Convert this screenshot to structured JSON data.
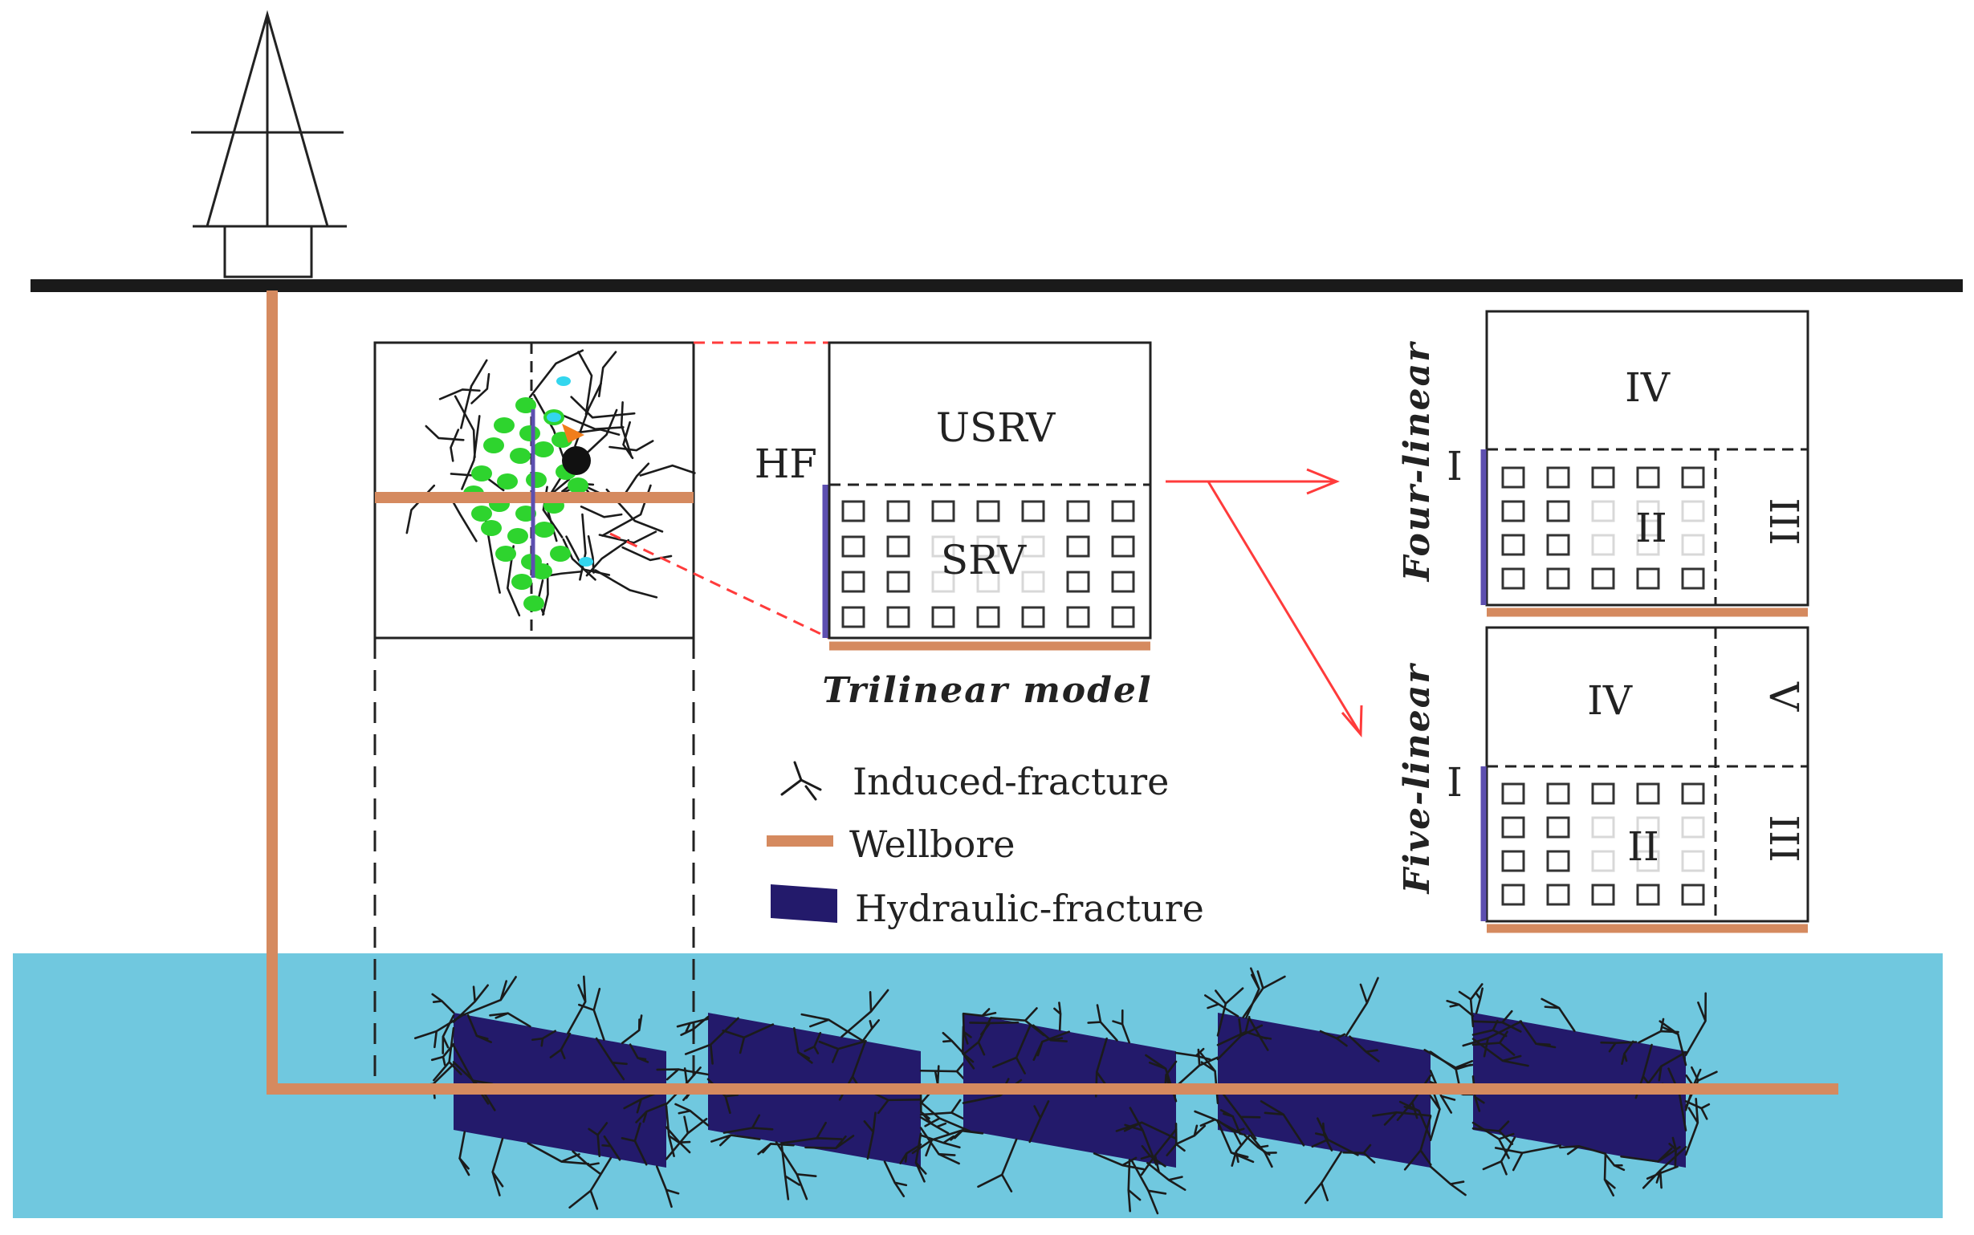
{
  "colors": {
    "formation_water": "#70c8df",
    "hydraulic_fracture": "#231a6b",
    "wellbore": "#d58a5f",
    "arrows": "#ff3b3b",
    "microseismic_green": "#2ed42e",
    "microseismic_cyan": "#33d6ee",
    "microseismic_orange": "#f07e1b"
  },
  "icons": {
    "rig": "drilling-rig-icon",
    "induced_fracture": "branching-crack-icon"
  },
  "trilinear": {
    "hf_label": "HF",
    "usrv_label": "USRV",
    "srv_label": "SRV",
    "caption": "Trilinear model"
  },
  "four_linear": {
    "side_label": "Four-linear",
    "region_i": "I",
    "region_ii": "II",
    "region_iii": "III",
    "region_iv": "IV"
  },
  "five_linear": {
    "side_label": "Five-linear",
    "region_i": "I",
    "region_ii": "II",
    "region_iii": "III",
    "region_iv": "IV",
    "region_v": "V"
  },
  "legend": {
    "induced_fracture": "Induced-fracture",
    "wellbore": "Wellbore",
    "hydraulic_fracture": "Hydraulic-fracture"
  }
}
